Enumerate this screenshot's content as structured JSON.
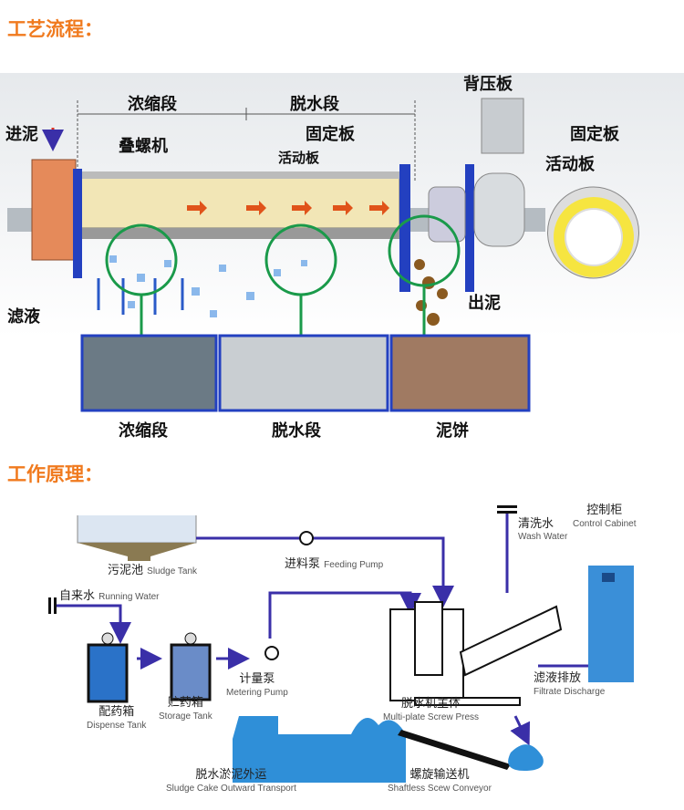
{
  "process": {
    "title": "工艺流程：",
    "labels": {
      "thickening": "浓缩段",
      "dewatering": "脱水段",
      "back_plate": "背压板",
      "fixed_plate": "固定板",
      "moving_plate": "活动板",
      "fixed_plate_right": "固定板",
      "moving_plate_right": "活动板",
      "sludge_in": "进泥",
      "screw": "叠螺机",
      "filtrate": "滤液",
      "sludge_out": "出泥"
    },
    "photos": [
      "浓缩段",
      "脱水段",
      "泥饼"
    ]
  },
  "principle": {
    "title": "工作原理：",
    "items": {
      "sludge_tank": {
        "cn": "污泥池",
        "en": "Sludge Tank"
      },
      "feeding_pump": {
        "cn": "进料泵",
        "en": "Feeding Pump"
      },
      "running_water": {
        "cn": "自来水",
        "en": "Running Water"
      },
      "wash_water": {
        "cn": "清洗水",
        "en": "Wash Water"
      },
      "control_cabinet": {
        "cn": "控制柜",
        "en": "Control Cabinet"
      },
      "dispense_tank": {
        "cn": "配药箱",
        "en": "Dispense Tank"
      },
      "storage_tank": {
        "cn": "贮药箱",
        "en": "Storage Tank"
      },
      "metering_pump": {
        "cn": "计量泵",
        "en": "Metering Pump"
      },
      "screw_press": {
        "cn": "脱水机主体",
        "en": "Multi-plate Screw Press"
      },
      "filtrate_discharge": {
        "cn": "滤液排放",
        "en": "Filtrate Discharge"
      },
      "transport": {
        "cn": "脱水淤泥外运",
        "en": "Sludge Cake Outward Transport"
      },
      "conveyor": {
        "cn": "螺旋输送机",
        "en": "Shaftless Scew Conveyor"
      }
    }
  },
  "colors": {
    "accent": "#f07a1e",
    "flow": "#3a2fa8",
    "equipment": "#2f8fd8"
  }
}
